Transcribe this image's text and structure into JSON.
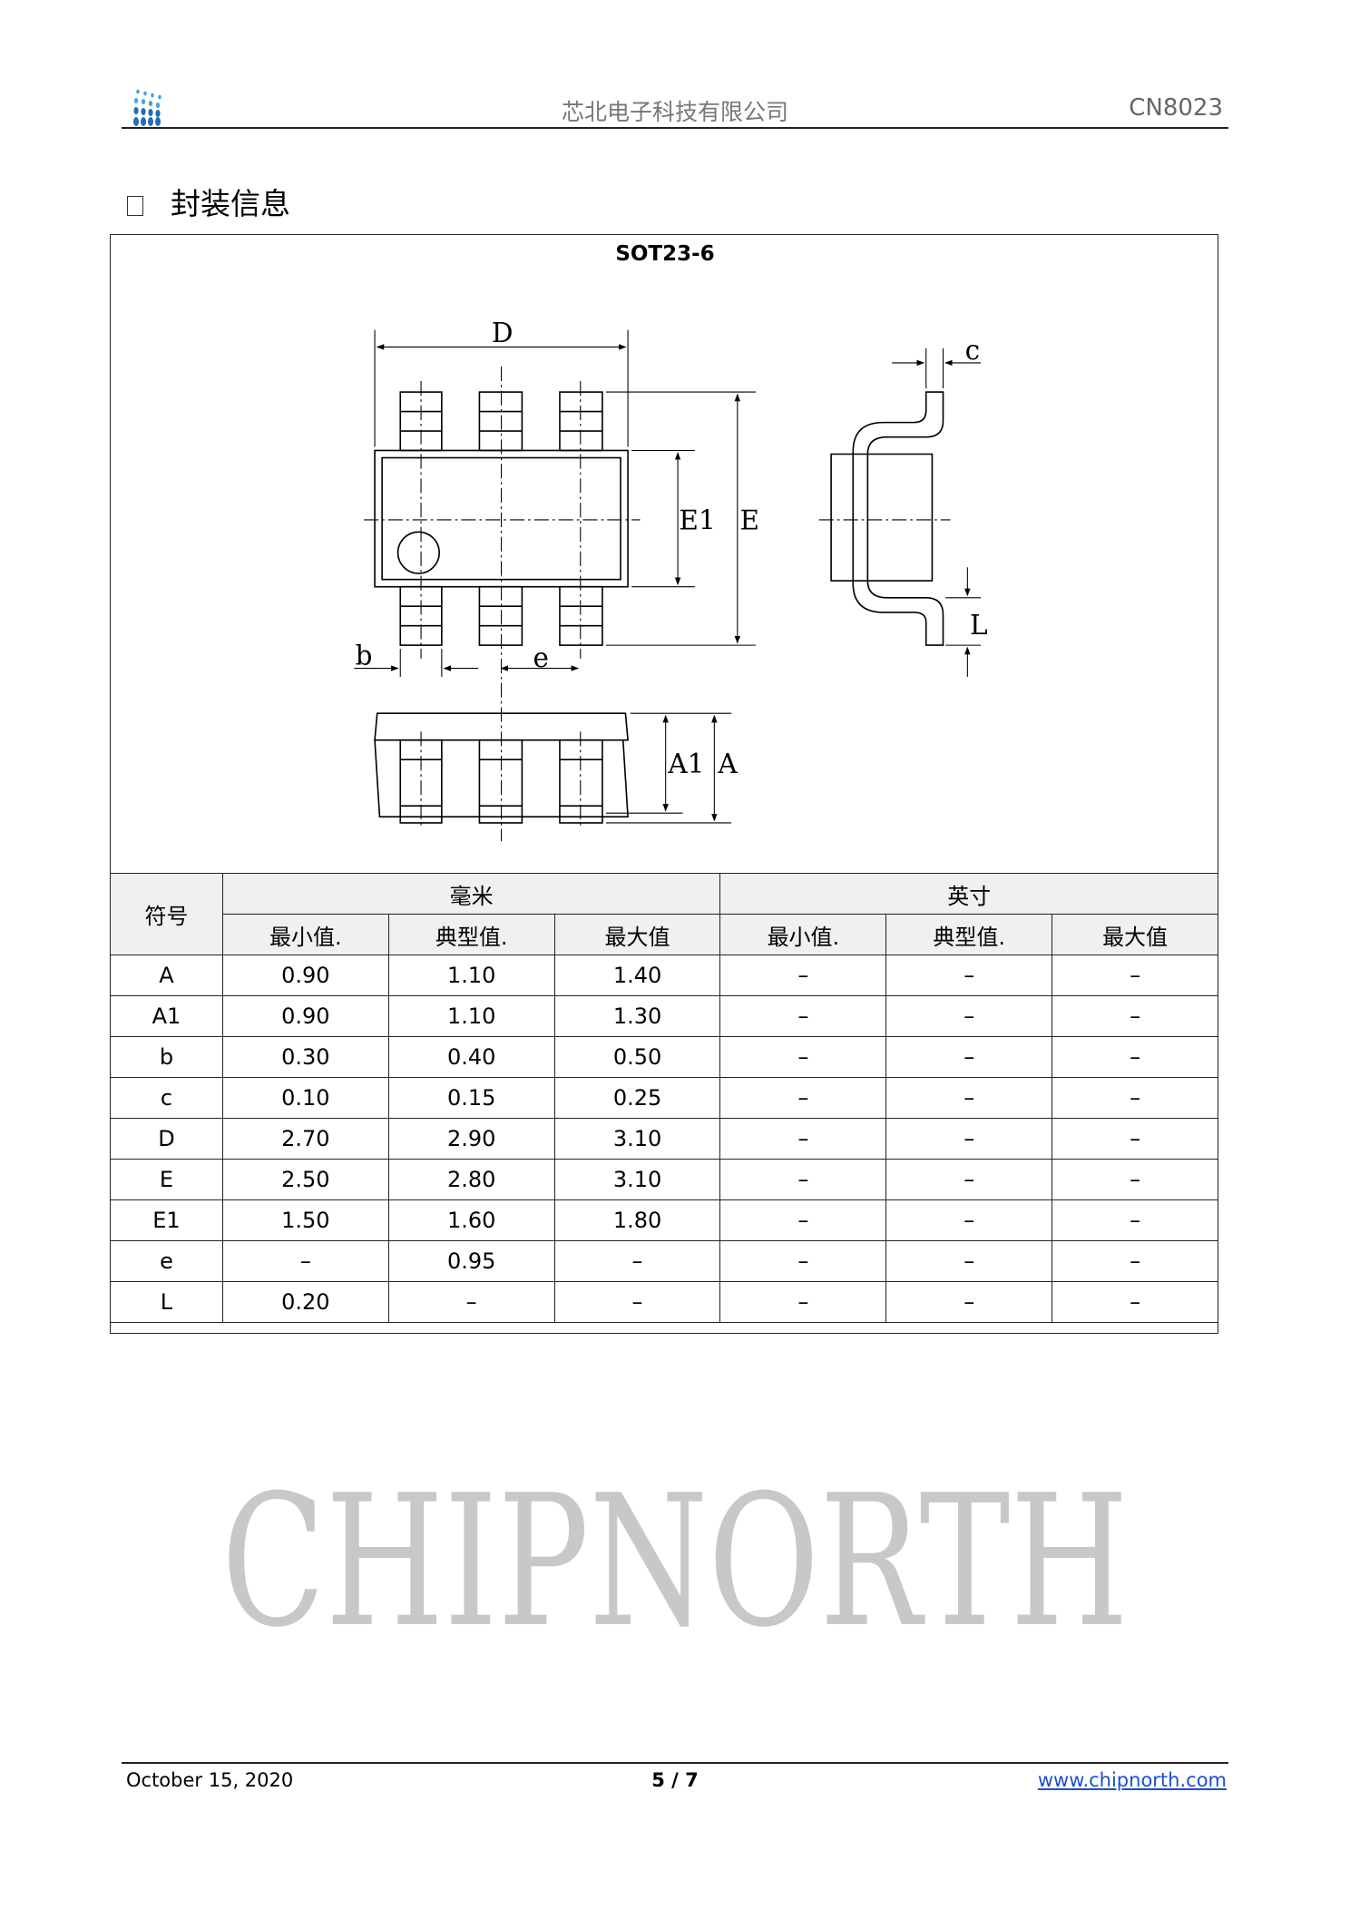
{
  "header": {
    "company": "芯北电子科技有限公司",
    "doc_id": "CN8023"
  },
  "section": {
    "title": "封装信息"
  },
  "package": {
    "name": "SOT23-6",
    "labels": {
      "D": "D",
      "E1": "E1",
      "E": "E",
      "b": "b",
      "e": "e",
      "A1": "A1",
      "A": "A",
      "c": "c",
      "L": "L"
    }
  },
  "table": {
    "symbol_header": "符号",
    "mm_header": "毫米",
    "inch_header": "英寸",
    "sub_headers": [
      "最小值.",
      "典型值.",
      "最大值",
      "最小值.",
      "典型值.",
      "最大值"
    ],
    "rows": [
      [
        "A",
        "0.90",
        "1.10",
        "1.40",
        "–",
        "–",
        "–"
      ],
      [
        "A1",
        "0.90",
        "1.10",
        "1.30",
        "–",
        "–",
        "–"
      ],
      [
        "b",
        "0.30",
        "0.40",
        "0.50",
        "–",
        "–",
        "–"
      ],
      [
        "c",
        "0.10",
        "0.15",
        "0.25",
        "–",
        "–",
        "–"
      ],
      [
        "D",
        "2.70",
        "2.90",
        "3.10",
        "–",
        "–",
        "–"
      ],
      [
        "E",
        "2.50",
        "2.80",
        "3.10",
        "–",
        "–",
        "–"
      ],
      [
        "E1",
        "1.50",
        "1.60",
        "1.80",
        "–",
        "–",
        "–"
      ],
      [
        "e",
        "–",
        "0.95",
        "–",
        "–",
        "–",
        "–"
      ],
      [
        "L",
        "0.20",
        "–",
        "–",
        "–",
        "–",
        "–"
      ]
    ]
  },
  "watermark": "CHIPNORTH",
  "footer": {
    "date": "October 15, 2020",
    "page": "5 / 7",
    "url": "www.chipnorth.com"
  },
  "colors": {
    "link": "#1a4fd0",
    "logo": "#1f6fb8",
    "watermark": "#c8c8c8"
  }
}
